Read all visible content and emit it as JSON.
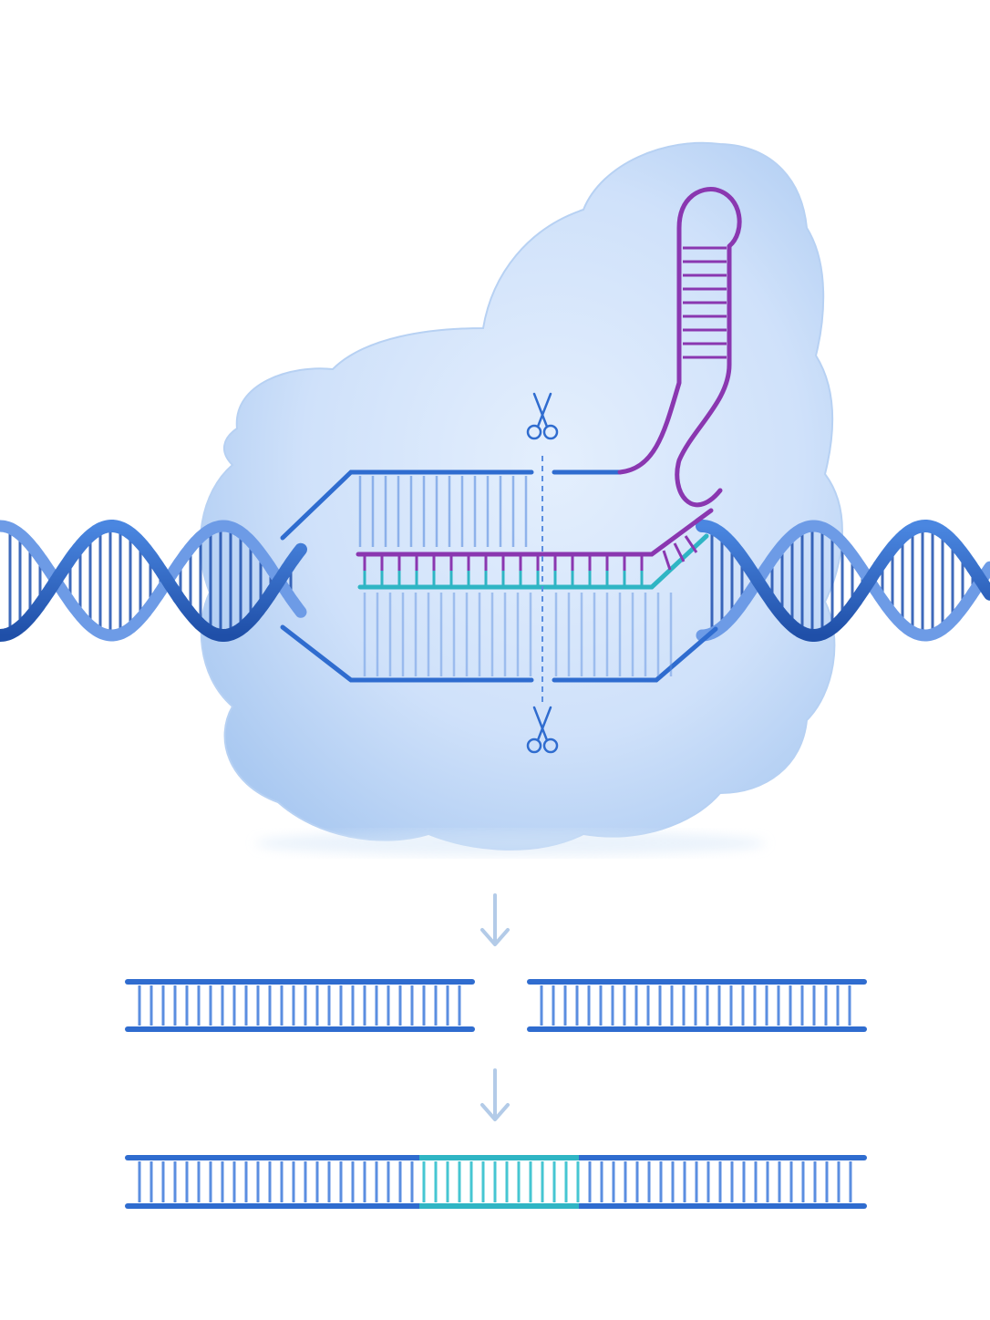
{
  "diagram": {
    "steps": [
      {
        "id": "cas9-complex",
        "description": ""
      },
      {
        "id": "double-strand-break",
        "description": ""
      },
      {
        "id": "repaired-insertion",
        "description": ""
      }
    ],
    "colors": {
      "dna_strand": "#2f6ccf",
      "dna_strand_dark": "#1d4fae",
      "dna_rung": "#5b8ee0",
      "protein_fill": "#cfe2fb",
      "protein_edge": "#a8c8f0",
      "guide_rna": "#8a37b0",
      "target_strand": "#2fb5c4",
      "arrow": "#b3cbe8",
      "insert_segment": "#2fb5c4"
    },
    "icons": [
      "scissors-icon",
      "down-arrow-icon"
    ],
    "guide_rna_pairs_shown": 17,
    "cut_sites": 2,
    "broken_segments": 2
  }
}
